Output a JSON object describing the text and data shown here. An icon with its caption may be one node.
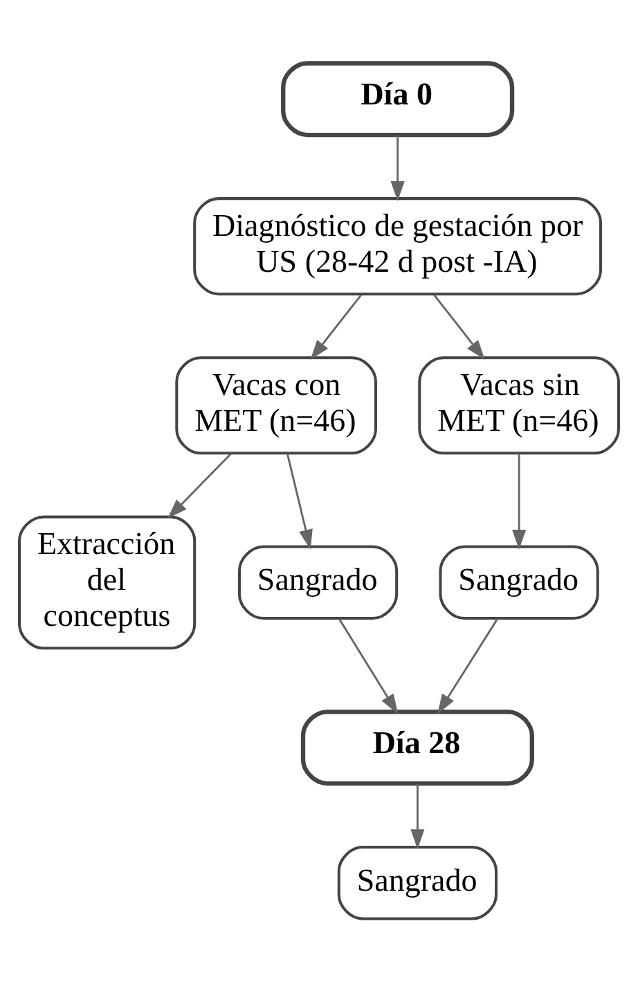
{
  "diagram": {
    "nodes": [
      {
        "text": [
          "Día 0"
        ]
      },
      {
        "text": [
          "Diagnóstico de gestación por US (28-42 d post -IA)"
        ]
      },
      {
        "text": [
          "Vacas con MET (n=46)"
        ]
      },
      {
        "text": [
          "Vacas sin MET (n=46)"
        ]
      },
      {
        "text": [
          "Extracción del conceptus"
        ]
      },
      {
        "text": [
          "Sangrado"
        ]
      },
      {
        "text": [
          "Sangrado"
        ]
      },
      {
        "text": [
          "Día 28"
        ]
      },
      {
        "text": [
          "Sangrado"
        ]
      }
    ],
    "edges": [
      {
        "from": 0,
        "to": 1,
        "arrow": "to"
      },
      {
        "from": 1,
        "to": 2,
        "arrow": "to"
      },
      {
        "from": 1,
        "to": 3,
        "arrow": "to"
      },
      {
        "from": 2,
        "to": 4,
        "arrow": "to"
      },
      {
        "from": 2,
        "to": 5,
        "arrow": "to"
      },
      {
        "from": 3,
        "to": 6,
        "arrow": "to"
      },
      {
        "from": 5,
        "to": 7,
        "arrow": "to"
      },
      {
        "from": 6,
        "to": 7,
        "arrow": "to"
      },
      {
        "from": 7,
        "to": 8,
        "arrow": "to"
      }
    ]
  }
}
